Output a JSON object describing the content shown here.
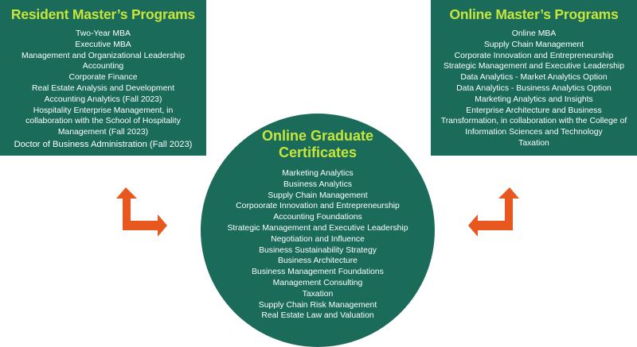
{
  "resident": {
    "title": "Resident Master’s Programs",
    "items": [
      "Two-Year MBA",
      "Executive MBA",
      "Management and Organizational Leadership",
      "Accounting",
      "Corporate Finance",
      "Real Estate Analysis and Development",
      "Accounting Analytics (Fall 2023)",
      "Hospitality Enterprise Management, in",
      "collaboration with the School of Hospitality",
      "Management (Fall 2023)",
      "Doctor of Business Administration (Fall 2023)"
    ]
  },
  "online": {
    "title": "Online Master’s Programs",
    "items": [
      "Online MBA",
      "Supply Chain Management",
      "Corporate Innovation and Entrepreneurship",
      "Strategic Management and Executive Leadership",
      "Data Analytics - Market Analytics Option",
      "Data Analytics - Business Analytics Option",
      "Marketing Analytics and Insights",
      "Enterprise Architecture and Business",
      "Transformation, in collaboration with the College of",
      "Information Sciences and Technology",
      "Taxation"
    ]
  },
  "certificates": {
    "title_line1": "Online Graduate",
    "title_line2": "Certificates",
    "items": [
      "Marketing Analytics",
      "Business Analytics",
      "Supply Chain Management",
      "Corpoorate Innovation and Entrepreneurship",
      "Accounting Foundations",
      "Strategic Management and Executive Leadership",
      "Negotiation and Influence",
      "Business Sustainability Strategy",
      "Business Architecture",
      "Business Management Foundations",
      "Management Consulting",
      "Taxation",
      "Supply Chain Risk Management",
      "Real Estate Law and Valuation"
    ]
  },
  "colors": {
    "panel": "#1a6b5a",
    "title": "#c7e63b",
    "arrow": "#e8581e",
    "text": "#ffffff"
  },
  "icons": {
    "left_arrow": "double-headed-elbow-arrow-icon",
    "right_arrow": "double-headed-elbow-arrow-icon"
  }
}
